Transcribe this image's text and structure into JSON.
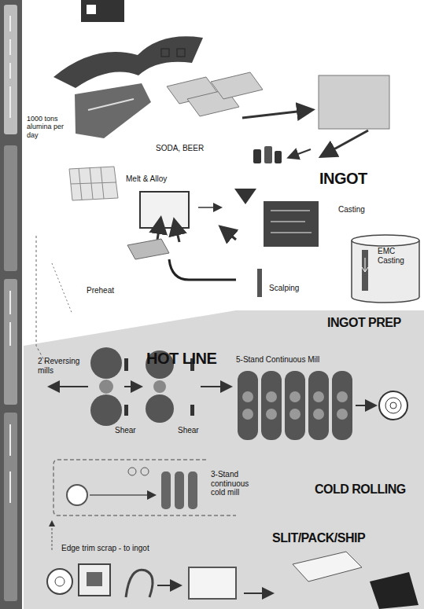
{
  "diagram": {
    "nodes": [
      {
        "text": [
          "EMC Casting"
        ]
      }
    ],
    "labels": [
      "1000 tons alumina per day",
      "SODA, BEER",
      "Melt & Alloy",
      "INGOT",
      "Casting",
      "Preheat",
      "Scalping",
      "INGOT PREP",
      "HOT LINE",
      "5-Stand Continuous Mill",
      "2 Reversing mills",
      "Shear",
      "Shear",
      "3-Stand continuous cold mill",
      "COLD ROLLING",
      "SLIT/PACK/SHIP",
      "Edge trim scrap - to ingot"
    ]
  }
}
